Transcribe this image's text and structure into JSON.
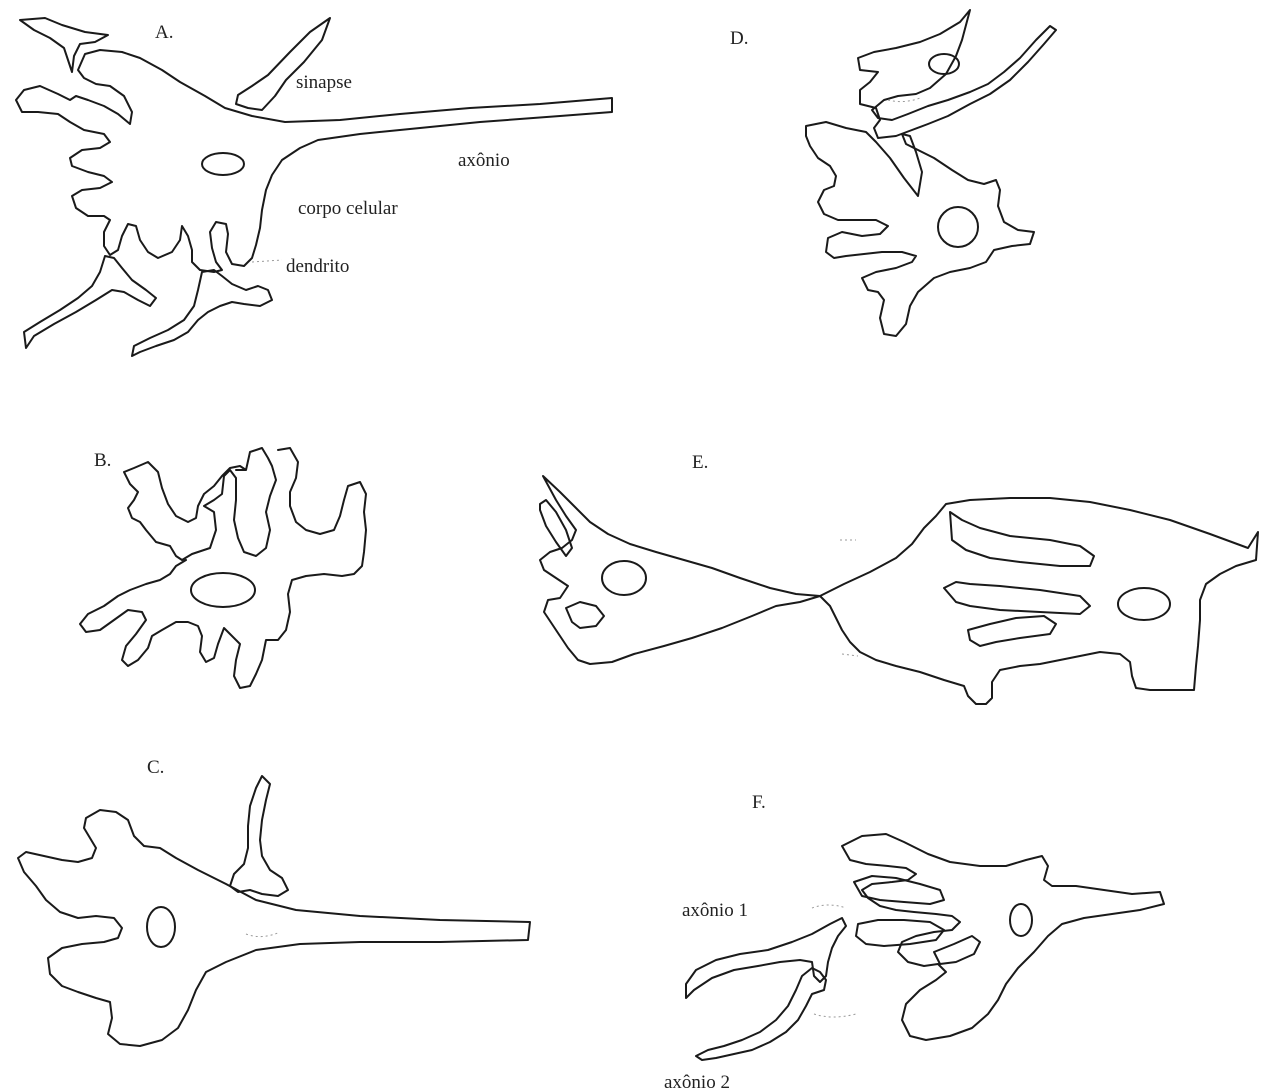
{
  "panels": {
    "a": {
      "letter": "A."
    },
    "b": {
      "letter": "B."
    },
    "c": {
      "letter": "C."
    },
    "d": {
      "letter": "D."
    },
    "e": {
      "letter": "E."
    },
    "f": {
      "letter": "F."
    }
  },
  "labels": {
    "sinapse": "sinapse",
    "axonio": "axônio",
    "corpo_celular": "corpo celular",
    "dendrito": "dendrito",
    "axonio_1": "axônio 1",
    "axonio_2": "axônio 2"
  }
}
